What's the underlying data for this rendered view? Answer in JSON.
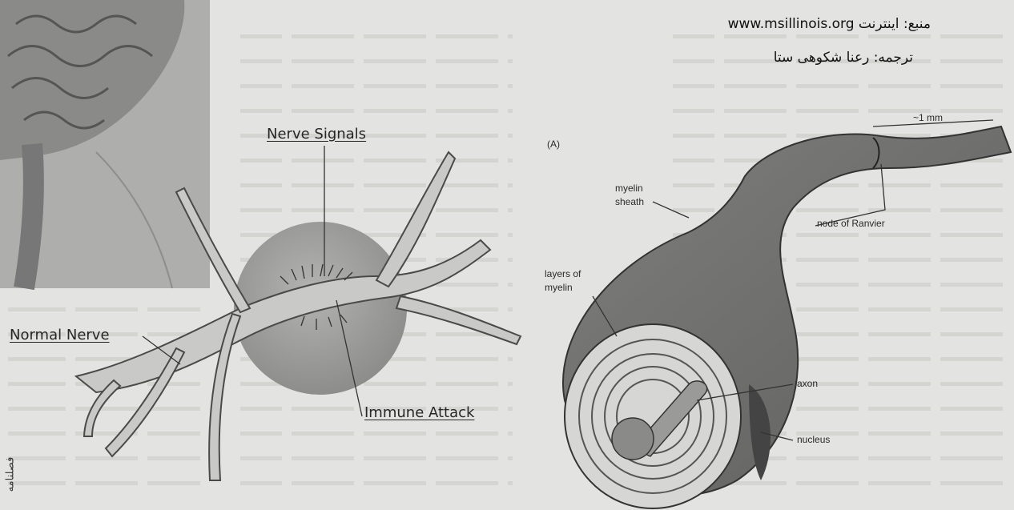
{
  "credits": {
    "source_line": "منبع: اینترنت www.msillinois.org",
    "translator_line": "ترجمه: رعنا شکوهی ستا"
  },
  "left_figure": {
    "label_nerve_signals": "Nerve Signals",
    "label_normal_nerve": "Normal Nerve",
    "label_immune_attack": "Immune Attack"
  },
  "right_figure": {
    "panel_label": "(A)",
    "label_myelin_sheath_1": "myelin",
    "label_myelin_sheath_2": "sheath",
    "label_layers_1": "layers of",
    "label_layers_2": "myelin",
    "label_node": "node of Ranvier",
    "label_axon": "axon",
    "label_nucleus": "nucleus",
    "label_scale": "~1 mm"
  },
  "margin_text": "فصلنامه"
}
